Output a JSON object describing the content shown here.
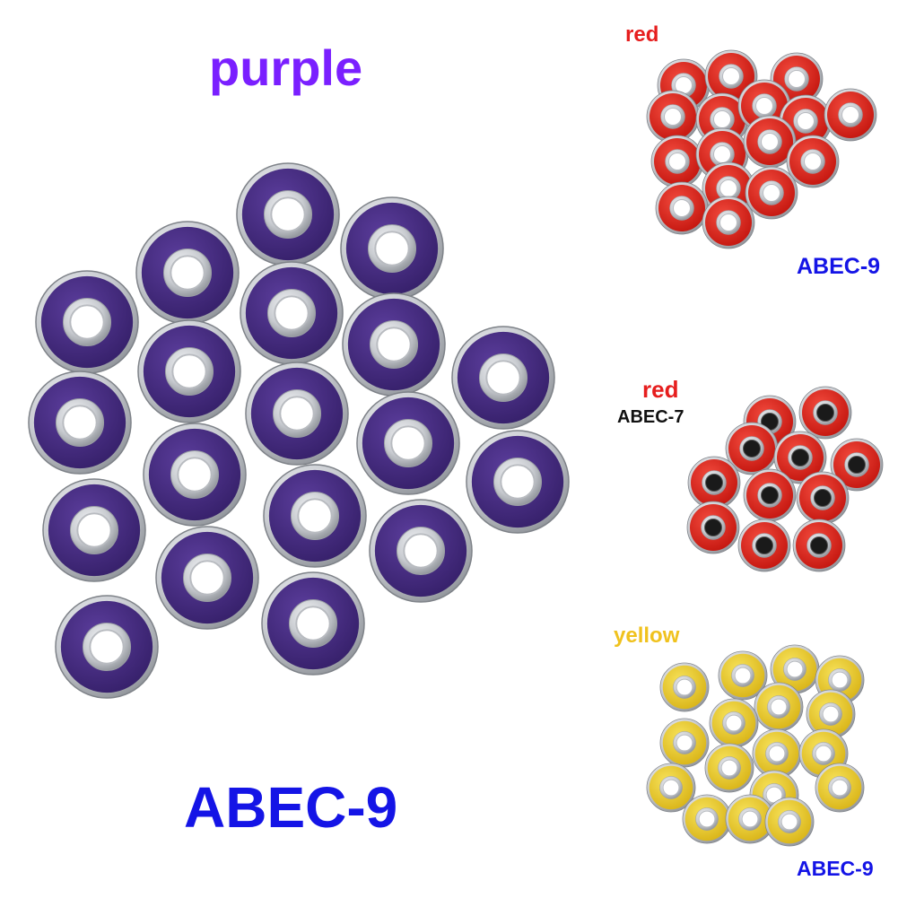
{
  "colors": {
    "purple_label": "#7a1fff",
    "abec_label": "#1414e6",
    "red_label": "#e61e1e",
    "yellow_label": "#f0c21e",
    "steel_light": "#e6e8ec",
    "steel_dark": "#8c9096",
    "seal_purple": "#4a2f86",
    "seal_red": "#e2231c",
    "seal_yellow": "#f0d232"
  },
  "main": {
    "title": "purple",
    "grade": "ABEC-9"
  },
  "panel_red_top": {
    "title": "red",
    "grade": "ABEC-9"
  },
  "panel_red_mid": {
    "title": "red",
    "grade": "ABEC-7"
  },
  "panel_yellow": {
    "title": "yellow",
    "grade": "ABEC-9"
  }
}
